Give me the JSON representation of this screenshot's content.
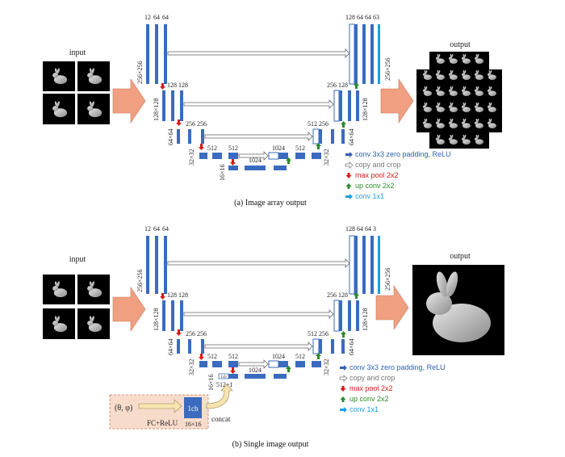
{
  "panel_a": {
    "caption": "(a) Image array output",
    "input_label": "input",
    "output_label": "output",
    "enc_l1_channels": [
      "12",
      "64",
      "64"
    ],
    "enc_l1_size": "256×256",
    "enc_l2_channels": "128 128",
    "enc_l2_size": "128×128",
    "enc_l3_channels": "256 256",
    "enc_l3_size": "64×64",
    "enc_l4_channels": [
      "512",
      "512"
    ],
    "enc_l4_size": "32×32",
    "bottleneck_channels": "1024",
    "bottleneck_size": "16×16",
    "dec_l4_channels": [
      "1024",
      "512"
    ],
    "dec_l4_size": "32×32",
    "dec_l3_channels": "512 256",
    "dec_l3_size": "64×64",
    "dec_l2_channels": "256 128",
    "dec_l2_size": "128×128",
    "dec_l1_channels": "128 64 64 63",
    "dec_l1_size": "256×256"
  },
  "panel_b": {
    "caption": "(b) Single image output",
    "input_label": "input",
    "output_label": "output",
    "enc_l1_channels": [
      "12",
      "64",
      "64"
    ],
    "enc_l1_size": "256×256",
    "enc_l2_channels": "128 128",
    "enc_l2_size": "128×128",
    "enc_l3_channels": "256 256",
    "enc_l3_size": "64×64",
    "enc_l4_channels": [
      "512",
      "512"
    ],
    "enc_l4_size": "32×32",
    "bottleneck_channels": "1024",
    "bottleneck_size": "16×16",
    "concat_channels": "512+1",
    "small_ch": "1ch",
    "dec_l4_channels": [
      "1024",
      "512"
    ],
    "dec_l4_size": "32×32",
    "dec_l3_channels": "512 256",
    "dec_l3_size": "64×64",
    "dec_l2_channels": "256 128",
    "dec_l2_size": "128×128",
    "dec_l1_channels": "128 64 64 3",
    "dec_l1_size": "256×256",
    "fc_input": "(θ, φ)",
    "fc_label": "FC+ReLU",
    "fc_out_ch": "1ch",
    "fc_out_size": "16×16",
    "concat_label": "concat"
  },
  "legend": [
    {
      "label": "conv 3x3 zero padding, ReLU",
      "color": "#3060b0",
      "icon": "blue-arrow-icon"
    },
    {
      "label": "copy and crop",
      "color": "#777777",
      "icon": "hollow-arrow-icon"
    },
    {
      "label": "max pool 2x2",
      "color": "#d81818",
      "icon": "red-down-arrow-icon"
    },
    {
      "label": "up conv 2x2",
      "color": "#2c8a2c",
      "icon": "green-up-arrow-icon"
    },
    {
      "label": "conv 1x1",
      "color": "#1aa0e0",
      "icon": "cyan-arrow-icon"
    }
  ],
  "colors": {
    "block": "#3a6bbf",
    "arrow_fill": "#f0a080",
    "fc_box": "#f8dccb"
  }
}
